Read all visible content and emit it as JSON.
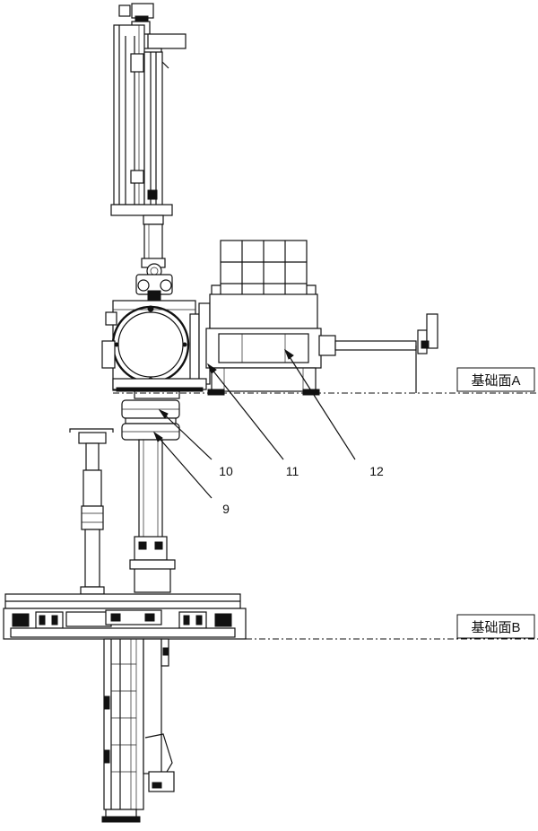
{
  "datum_planes": {
    "a_label": "基础面A",
    "b_label": "基础面B"
  },
  "callouts": {
    "c9": "9",
    "c10": "10",
    "c11": "11",
    "c12": "12"
  }
}
